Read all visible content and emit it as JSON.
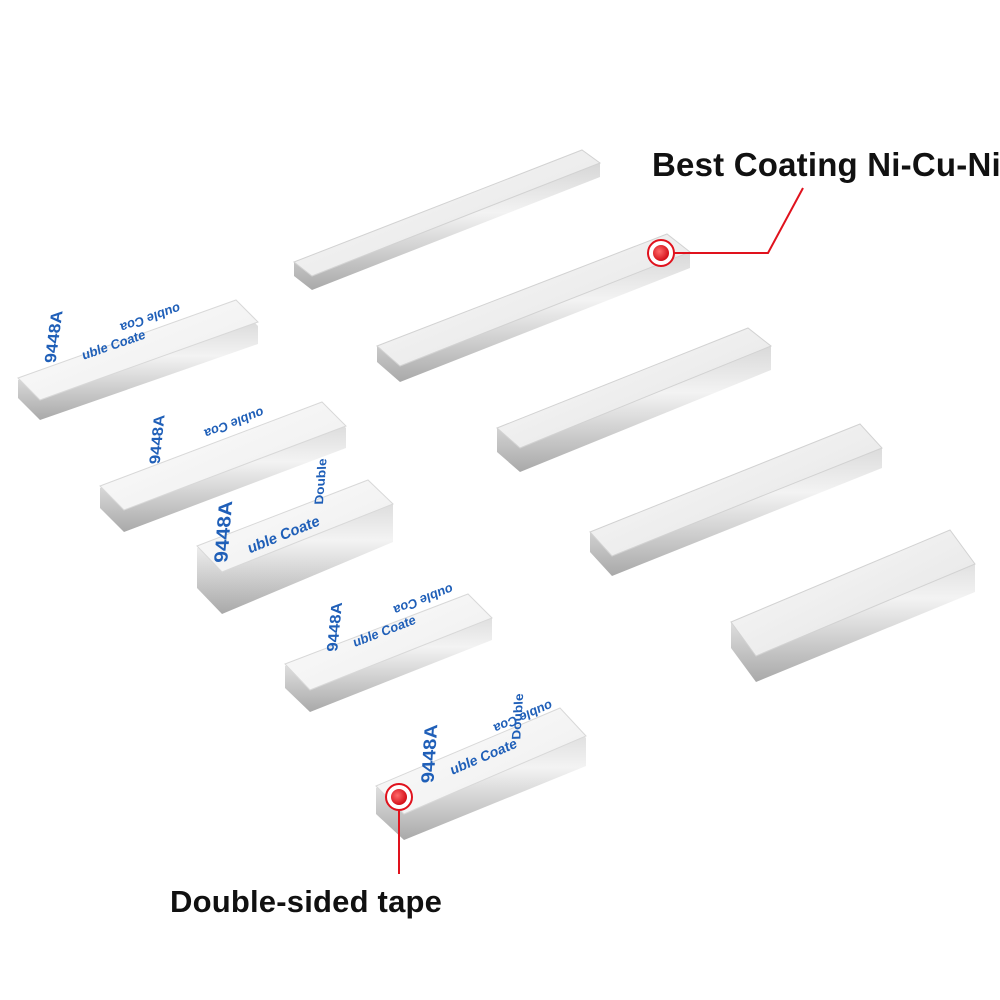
{
  "callouts": {
    "coating_label": "Best Coating Ni-Cu-Ni",
    "tape_label": "Double-sided tape"
  },
  "tape_print": {
    "model": "9448A",
    "phrase": "Double Coate",
    "phrase_cut": "uble Coate",
    "phrase_reversed": "ouble Coa",
    "word": "Double"
  },
  "colors": {
    "callout_red": "#e0121d",
    "tape_blue": "#1f5fb8",
    "metal_light": "#f4f4f4",
    "metal_shadow": "#b9b9b9"
  }
}
